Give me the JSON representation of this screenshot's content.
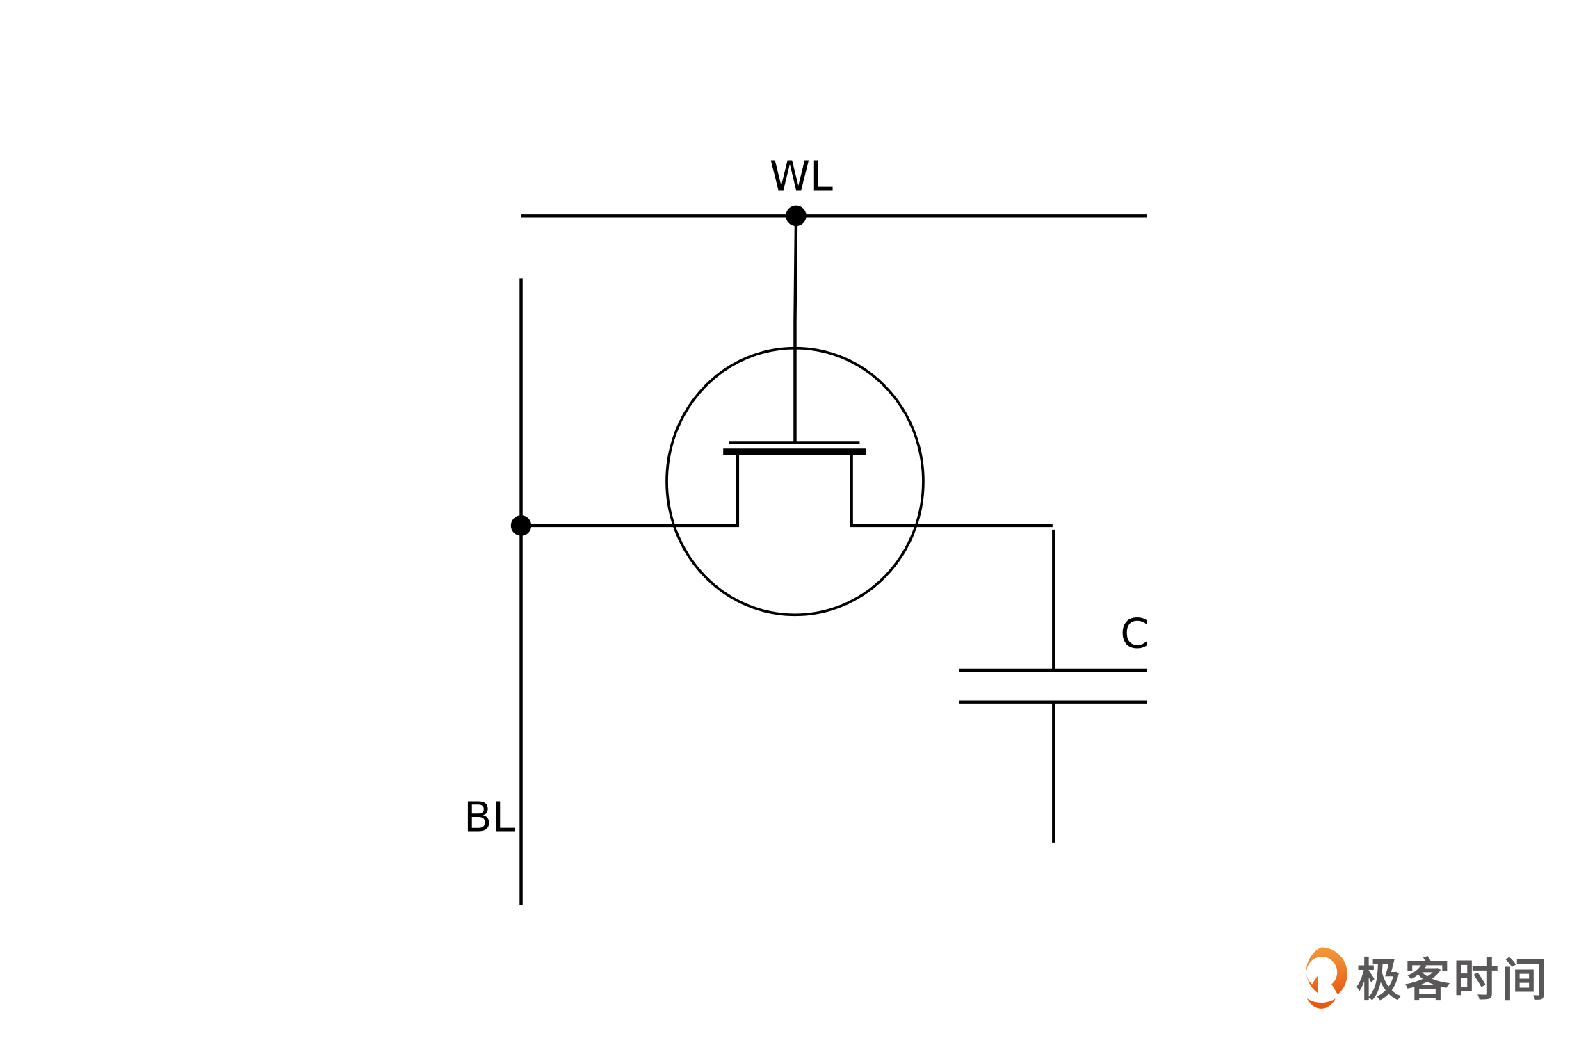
{
  "labels": {
    "word_line": "WL",
    "bit_line": "BL",
    "capacitor": "C"
  },
  "logo": {
    "text": "极客时间",
    "brand_color": "#EE6A1C",
    "text_color": "#595757"
  }
}
